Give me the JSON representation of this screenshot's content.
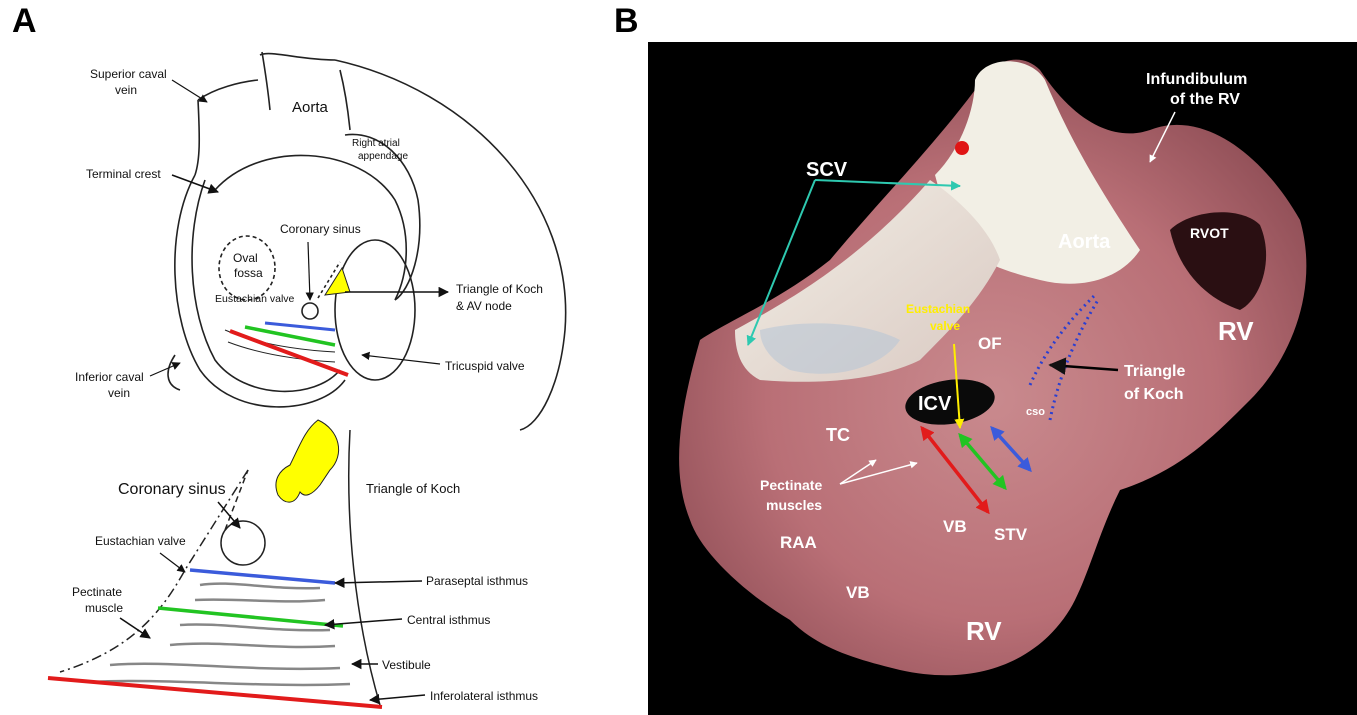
{
  "panels": {
    "a": "A",
    "b": "B"
  },
  "panel_a": {
    "top": {
      "superior_caval_vein": [
        "Superior caval",
        "vein"
      ],
      "aorta": "Aorta",
      "right_atrial_appendage": [
        "Right atrial",
        "appendage"
      ],
      "terminal_crest": "Terminal crest",
      "coronary_sinus": "Coronary sinus",
      "oval_fossa": [
        "Oval",
        "fossa"
      ],
      "eustachian_valve": "Eustachian valve",
      "triangle_koch_av": [
        "Triangle of Koch",
        "& AV node"
      ],
      "tricuspid_valve": "Tricuspid valve",
      "inferior_caval_vein": [
        "Inferior caval",
        "vein"
      ]
    },
    "bottom": {
      "triangle_of_koch": "Triangle of Koch",
      "coronary_sinus": "Coronary sinus",
      "eustachian_valve": "Eustachian valve",
      "pectinate_muscle": [
        "Pectinate",
        "muscle"
      ],
      "paraseptal_isthmus": "Paraseptal isthmus",
      "central_isthmus": "Central isthmus",
      "vestibule": "Vestibule",
      "inferolateral_isthmus": "Inferolateral isthmus"
    }
  },
  "panel_b": {
    "scv": "SCV",
    "infundibulum": [
      "Infundibulum",
      "of the RV"
    ],
    "aorta": "Aorta",
    "rvot": "RVOT",
    "rv_right": "RV",
    "eustachian_valve": [
      "Eustachian",
      "valve"
    ],
    "of": "OF",
    "icv": "ICV",
    "cso": "cso",
    "triangle_of_koch": [
      "Triangle",
      "of Koch"
    ],
    "tc": "TC",
    "pectinate_muscles": [
      "Pectinate",
      "muscles"
    ],
    "vb_upper": "VB",
    "stv": "STV",
    "raa": "RAA",
    "vb_lower": "VB",
    "rv_bottom": "RV"
  },
  "colors": {
    "paraseptal": "#3b5bdb",
    "central": "#22c422",
    "inferolateral": "#e21b1b",
    "triangle_fill": "#ffff00",
    "eustachian_label": "#ffee00",
    "scv_arrow": "#2ec9b0"
  }
}
